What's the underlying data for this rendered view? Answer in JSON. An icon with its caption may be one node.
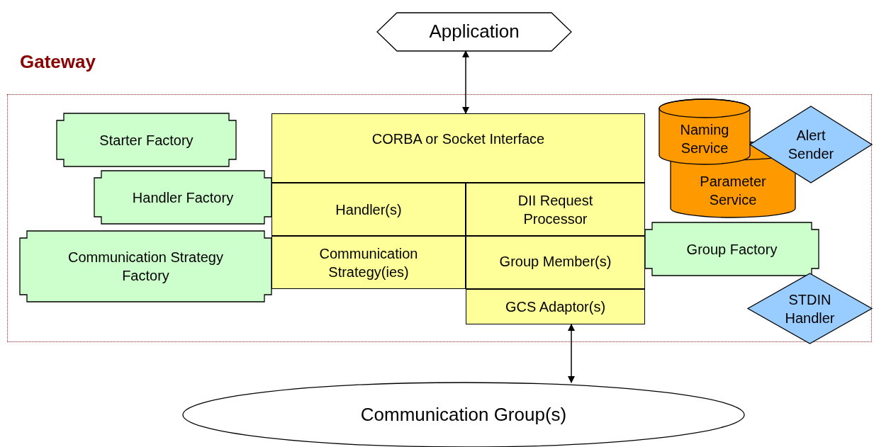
{
  "diagram": {
    "nodes": [
      {
        "text": [
          "Application"
        ]
      },
      {
        "text": [
          "Gateway"
        ]
      },
      {
        "text": [
          "Starter Factory"
        ],
        "in": 1
      },
      {
        "text": [
          "Handler Factory"
        ],
        "in": 1
      },
      {
        "text": [
          "Communication Strategy Factory"
        ],
        "in": 1
      },
      {
        "text": [
          "CORBA or Socket Interface"
        ],
        "in": 1
      },
      {
        "text": [
          "Handler(s)"
        ],
        "in": 1
      },
      {
        "text": [
          "DII Request Processor"
        ],
        "in": 1
      },
      {
        "text": [
          "Communication Strategy(ies)"
        ],
        "in": 1
      },
      {
        "text": [
          "Group Member(s)"
        ],
        "in": 1
      },
      {
        "text": [
          "GCS Adaptor(s)"
        ],
        "in": 1
      },
      {
        "text": [
          "Parameter Service"
        ],
        "in": 1
      },
      {
        "text": [
          "Naming Service"
        ],
        "in": 1
      },
      {
        "text": [
          "Alert Sender"
        ],
        "in": 1
      },
      {
        "text": [
          "Group Factory"
        ],
        "in": 1
      },
      {
        "text": [
          "STDIN Handler"
        ],
        "in": 1
      },
      {
        "text": [
          "Communication Group(s)"
        ]
      }
    ],
    "edges": [
      {
        "from": 0,
        "to": 5,
        "arrow": "both"
      },
      {
        "from": 10,
        "to": 16,
        "arrow": "both"
      }
    ]
  }
}
